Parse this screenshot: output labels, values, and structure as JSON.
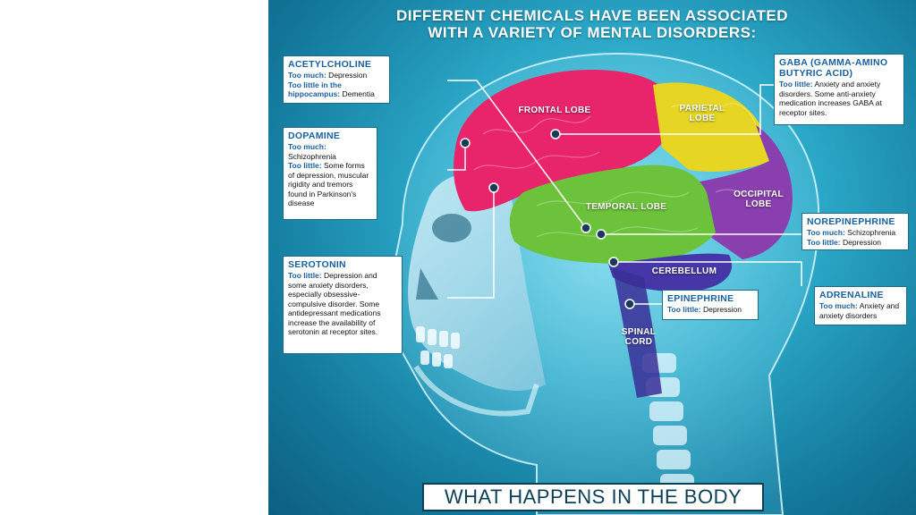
{
  "title": {
    "line1": "DIFFERENT CHEMICALS HAVE BEEN ASSOCIATED",
    "line2": "WITH A VARIETY OF MENTAL DISORDERS:"
  },
  "regions": {
    "frontal": "FRONTAL LOBE",
    "parietal_1": "PARIETAL",
    "parietal_2": "LOBE",
    "occipital_1": "OCCIPITAL",
    "occipital_2": "LOBE",
    "temporal": "TEMPORAL LOBE",
    "cerebellum": "CEREBELLUM",
    "spinal_1": "SPINAL",
    "spinal_2": "CORD"
  },
  "chemicals": {
    "acetylcholine": {
      "name": "ACETYLCHOLINE",
      "l1_label": "Too much:",
      "l1_text": " Depression",
      "l2_label": "Too little in the hippocampus:",
      "l2_text": " Dementia"
    },
    "dopamine": {
      "name": "DOPAMINE",
      "l1_label": "Too much:",
      "l1_text": " Schizophrenia",
      "l2_label": "Too little:",
      "l2_text": " Some forms of depression, muscular rigidity and tremors found in Parkinson's disease"
    },
    "serotonin": {
      "name": "SEROTONIN",
      "l1_label": "Too little:",
      "l1_text": " Depression and some anxiety disorders, especially obsessive-compulsive disorder. Some antidepressant medications increase the availability of serotonin at receptor sites."
    },
    "gaba": {
      "name": "GABA (GAMMA-AMINO BUTYRIC ACID)",
      "l1_label": "Too little:",
      "l1_text": " Anxiety and anxiety disorders. Some anti-anxiety medication increases GABA at receptor sites."
    },
    "norepinephrine": {
      "name": "NOREPINEPHRINE",
      "l1_label": "Too much:",
      "l1_text": " Schizophrenia",
      "l2_label": "Too little:",
      "l2_text": " Depression"
    },
    "epinephrine": {
      "name": "EPINEPHRINE",
      "l1_label": "Too little:",
      "l1_text": " Depression"
    },
    "adrenaline": {
      "name": "ADRENALINE",
      "l1_label": "Too much:",
      "l1_text": " Anxiety and anxiety disorders"
    }
  },
  "footer": "WHAT HAPPENS IN THE BODY",
  "colors": {
    "frontal": "#e8246a",
    "parietal": "#e6d623",
    "temporal": "#6cc23a",
    "occipital": "#8a3fae",
    "cerebellum": "#4537a8",
    "heading": "#1a5f9e"
  }
}
